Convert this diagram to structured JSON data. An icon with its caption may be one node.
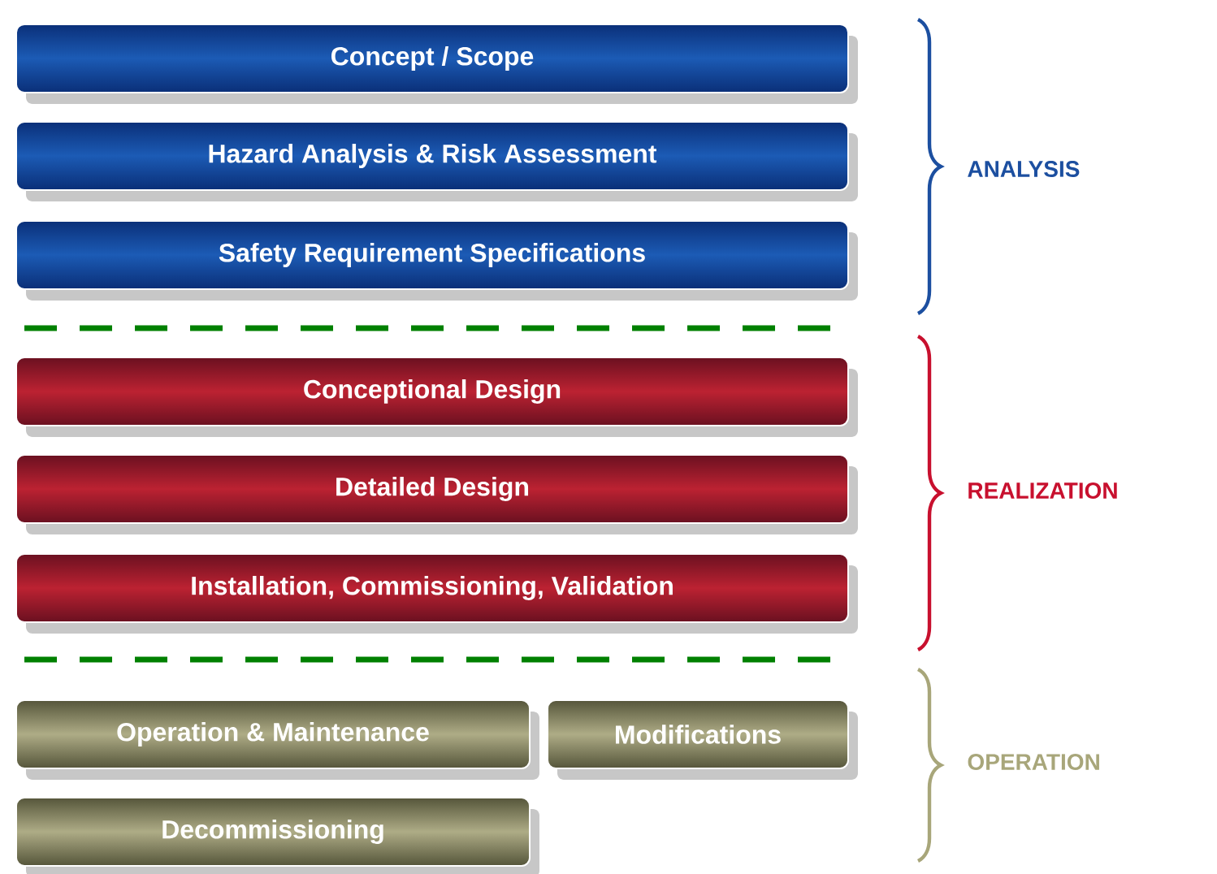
{
  "diagram": {
    "nodes": [
      {
        "text": [
          "Concept / Scope"
        ]
      },
      {
        "text": [
          "Hazard Analysis & Risk Assessment"
        ]
      },
      {
        "text": [
          "Safety Requirement Specifications"
        ]
      },
      {
        "text": [
          "Conceptional Design"
        ]
      },
      {
        "text": [
          "Detailed Design"
        ]
      },
      {
        "text": [
          "Installation, Commissioning, Validation"
        ]
      },
      {
        "text": [
          "Operation & Maintenance"
        ]
      },
      {
        "text": [
          "Modifications"
        ]
      },
      {
        "text": [
          "Decommissioning"
        ]
      }
    ],
    "labels": [
      "ANALYSIS",
      "REALIZATION",
      "OPERATION"
    ]
  }
}
